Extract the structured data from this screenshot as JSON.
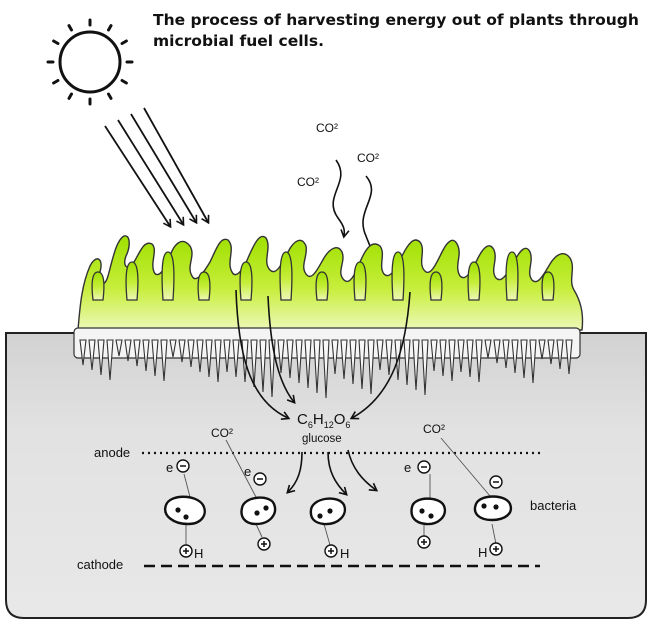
{
  "title": "The process of harvesting energy out of plants through microbial fuel cells.",
  "labels": {
    "co2": "CO²",
    "glucose_formula": {
      "c": "C",
      "c_sub": "6",
      "h": "H",
      "h_sub": "12",
      "o": "O",
      "o_sub": "6"
    },
    "glucose": "glucose",
    "anode": "anode",
    "cathode": "cathode",
    "bacteria": "bacteria",
    "electron": "e",
    "proton": "H"
  },
  "icons": [
    "sun-icon",
    "minus-circle-icon",
    "plus-circle-icon"
  ],
  "colors": {
    "plant_green": "#b5e61d",
    "soil_gray": "#dcdcdc",
    "ink": "#111111"
  }
}
